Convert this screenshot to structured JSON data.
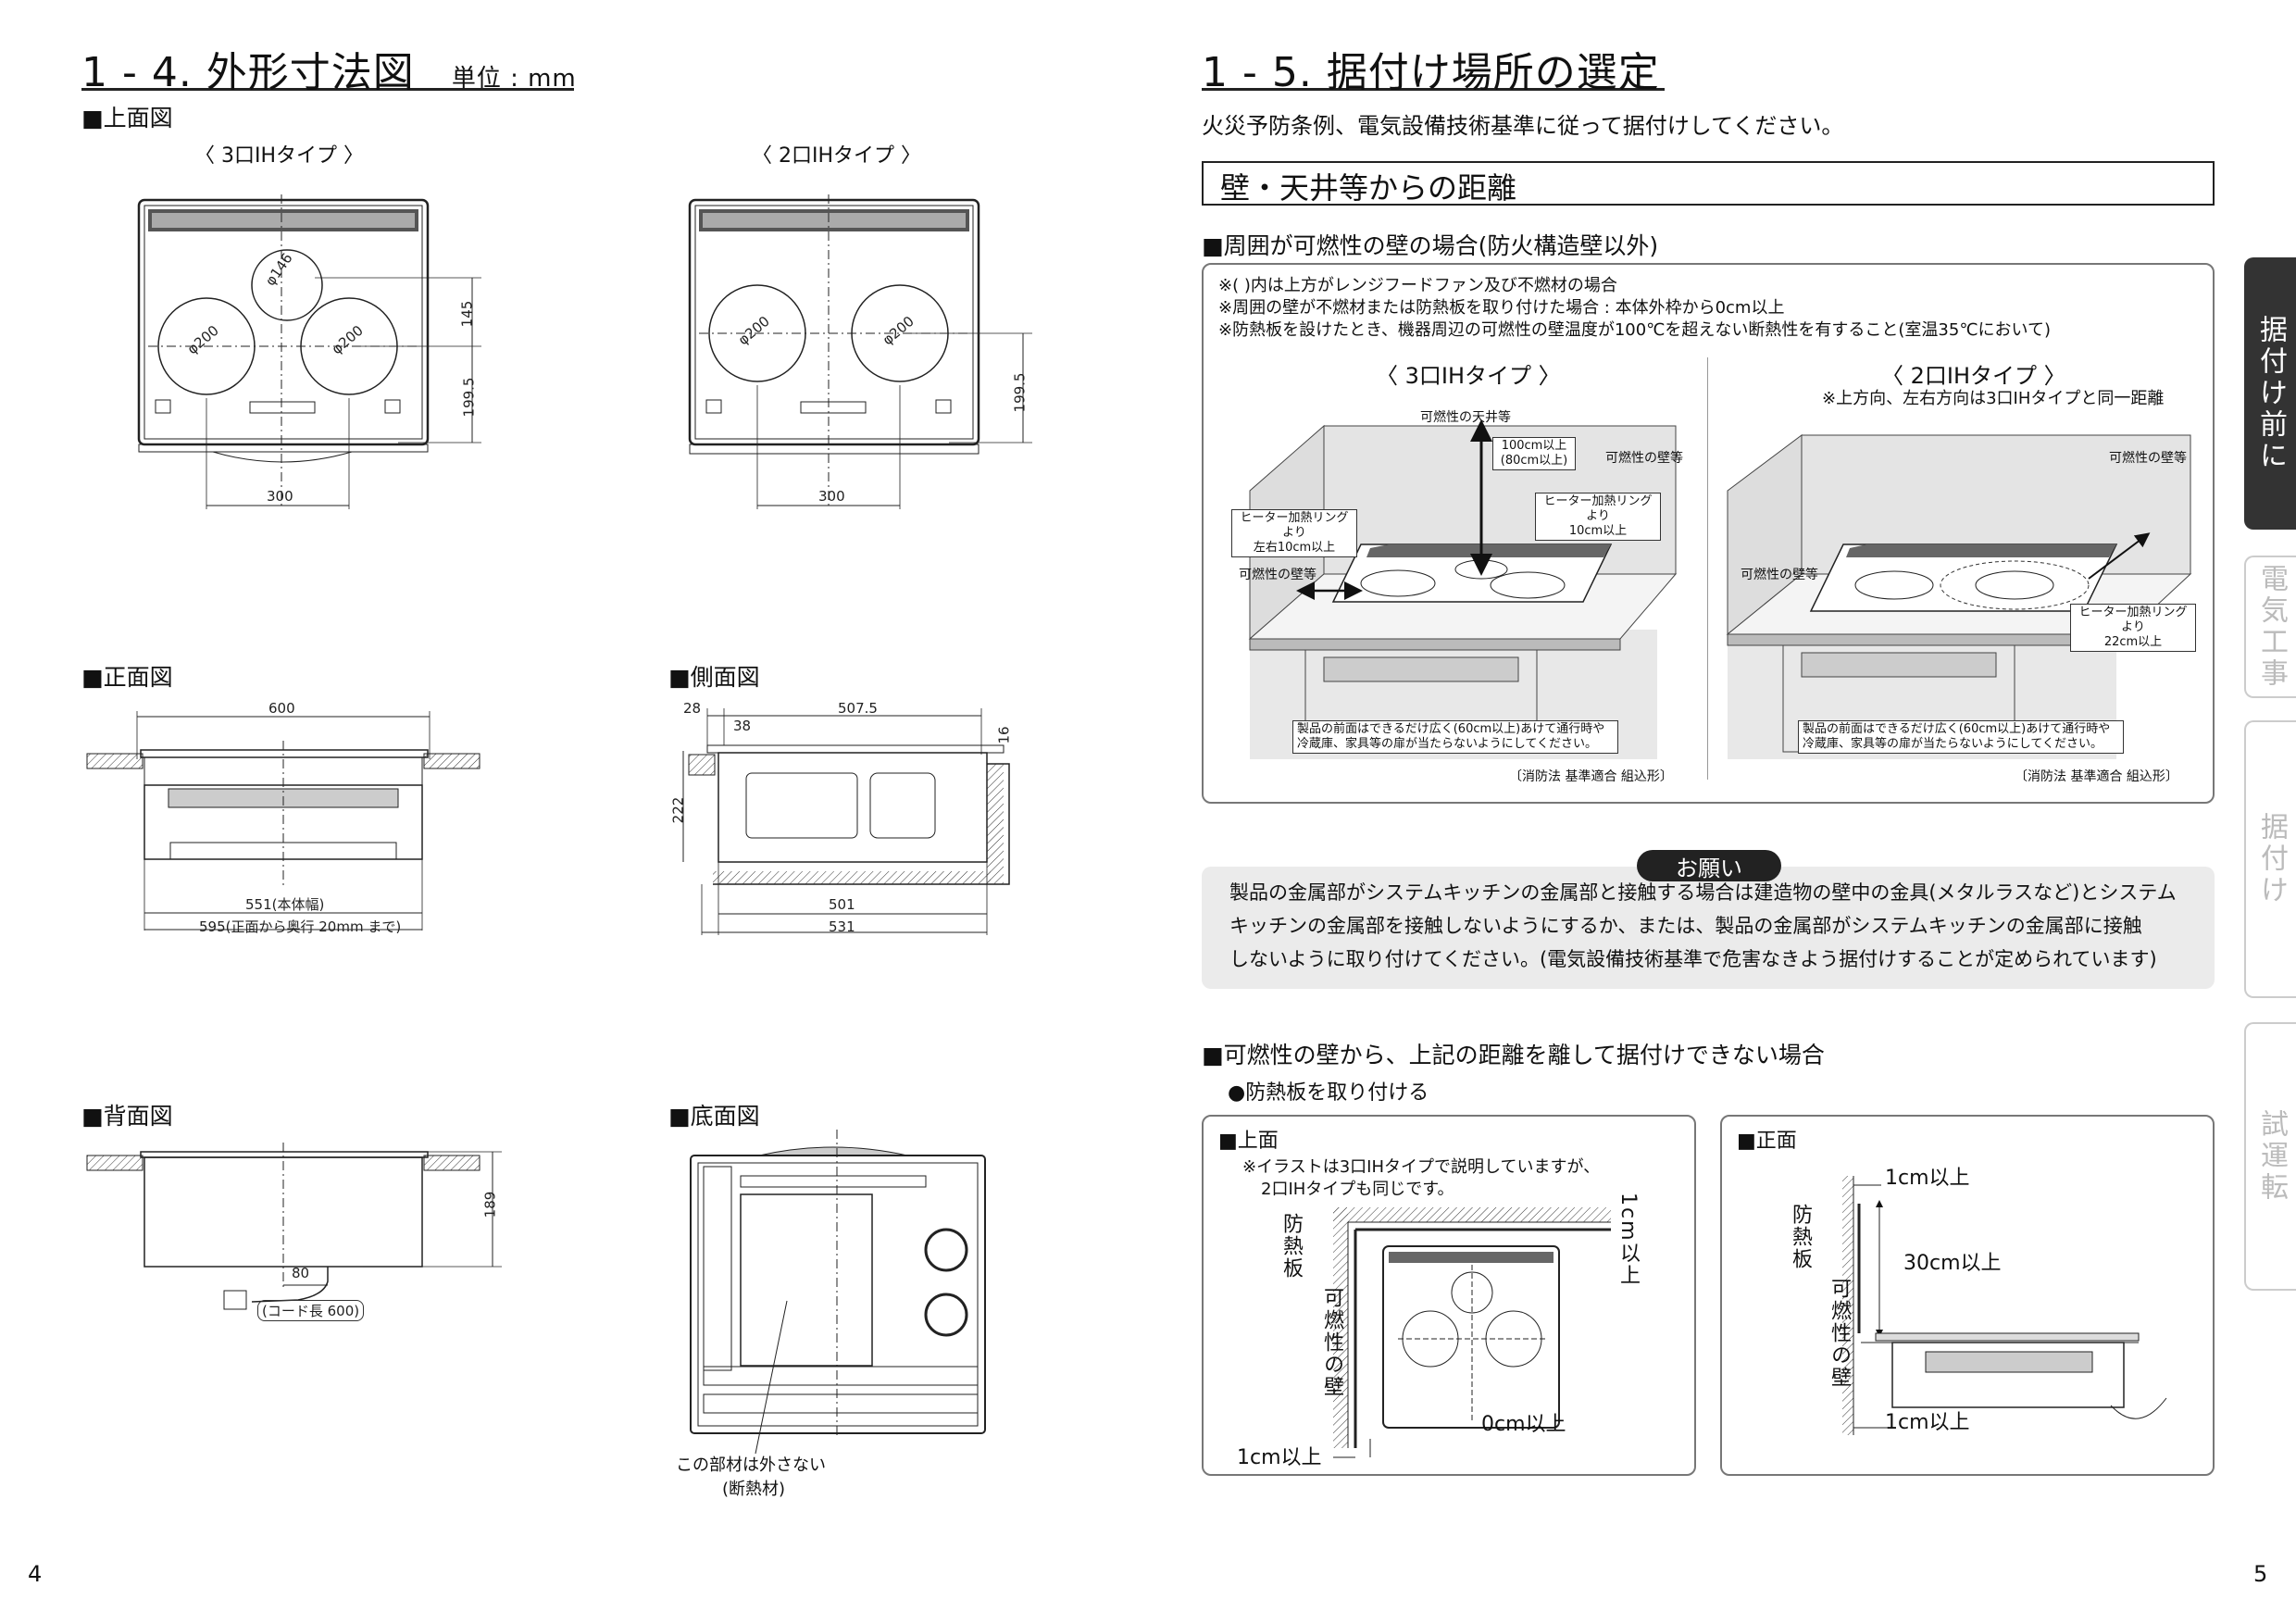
{
  "left": {
    "title": "1 - 4. 外形寸法図",
    "unit": "単位 : mm",
    "top_view": "■上面図",
    "type3": "〈 3口IHタイプ 〉",
    "type2": "〈 2口IHタイプ 〉",
    "dims_top3": {
      "d146": "φ146",
      "d200a": "φ200",
      "d200b": "φ200",
      "h145": "145",
      "h1995": "199.5",
      "w300": "300"
    },
    "dims_top2": {
      "d200a": "φ200",
      "d200b": "φ200",
      "h1995": "199.5",
      "w300": "300"
    },
    "front_view": "■正面図",
    "side_view": "■側面図",
    "dims_front": {
      "w600": "600",
      "w551": "551(本体幅)",
      "w595": "595(正面から奥行 20mm まで)"
    },
    "dims_side": {
      "d28": "28",
      "d38": "38",
      "d5075": "507.5",
      "d16": "16",
      "d222": "222",
      "d501": "501",
      "d531": "531"
    },
    "back_view": "■背面図",
    "bottom_view": "■底面図",
    "dims_back": {
      "h189": "189",
      "w80": "80",
      "cord": "(コード長 600)"
    },
    "bottom_note1": "この部材は外さない",
    "bottom_note2": "(断熱材)",
    "page_number": "4"
  },
  "right": {
    "title": "1 - 5. 据付け場所の選定",
    "intro": "火災予防条例、電気設備技術基準に従って据付けしてください。",
    "heading_box": "壁・天井等からの距離",
    "sub1": "■周囲が可燃性の壁の場合(防火構造壁以外)",
    "notes": [
      "※(  )内は上方がレンジフードファン及び不燃材の場合",
      "※周囲の壁が不燃材または防熱板を取り付けた場合 : 本体外枠から0cm以上",
      "※防熱板を設けたとき、機器周辺の可燃性の壁温度が100℃を超えない断熱性を有すること(室温35℃において)"
    ],
    "type3": "〈 3口IHタイプ 〉",
    "type2": "〈 2口IHタイプ 〉",
    "type2_note": "※上方向、左右方向は3口IHタイプと同一距離",
    "ill3": {
      "ceiling": "可燃性の天井等",
      "up1": "100cm以上",
      "up2": "(80cm以上)",
      "wall_r": "可燃性の壁等",
      "ring_back1": "ヒーター加熱リングより",
      "ring_back2": "10cm以上",
      "ring_side1": "ヒーター加熱リングより",
      "ring_side2": "左右10cm以上",
      "wall_l": "可燃性の壁等",
      "front1": "製品の前面はできるだけ広く(60cm以上)あけて通行時や",
      "front2": "冷蔵庫、家具等の扉が当たらないようにしてください。",
      "law": "〔消防法  基準適合  組込形〕"
    },
    "ill2": {
      "wall_r": "可燃性の壁等",
      "wall_l": "可燃性の壁等",
      "ring1": "ヒーター加熱リングより",
      "ring2": "22cm以上",
      "front1": "製品の前面はできるだけ広く(60cm以上)あけて通行時や",
      "front2": "冷蔵庫、家具等の扉が当たらないようにしてください。",
      "law": "〔消防法  基準適合  組込形〕"
    },
    "onegai": "お願い",
    "onegai_text": [
      "製品の金属部がシステムキッチンの金属部と接触する場合は建造物の壁中の金具(メタルラスなど)とシステム",
      "キッチンの金属部を接触しないようにするか、または、製品の金属部がシステムキッチンの金属部に接触",
      "しないように取り付けてください。(電気設備技術基準で危害なきよう据付けすることが定められています)"
    ],
    "sub2": "■可燃性の壁から、上記の距離を離して据付けできない場合",
    "bullet": "●防熱板を取り付ける",
    "top_title": "■上面",
    "top_note1": "※イラストは3口IHタイプで説明していますが、",
    "top_note2": "2口IHタイプも同じです。",
    "heat_plate": "防熱板",
    "comb_wall": "可燃性の壁",
    "cm1_top": "1cm以上",
    "cm0": "0cm以上",
    "cm1_bottom": "1cm以上",
    "front_title": "■正面",
    "f_cm1_top": "1cm以上",
    "f_cm30": "30cm以上",
    "f_cm1_bottom": "1cm以上",
    "page_number": "5"
  },
  "tabs": [
    {
      "label": "据付け前に",
      "active": true
    },
    {
      "label": "電気工事",
      "active": false
    },
    {
      "label": "据付け",
      "active": false
    },
    {
      "label": "試運転",
      "active": false
    }
  ]
}
